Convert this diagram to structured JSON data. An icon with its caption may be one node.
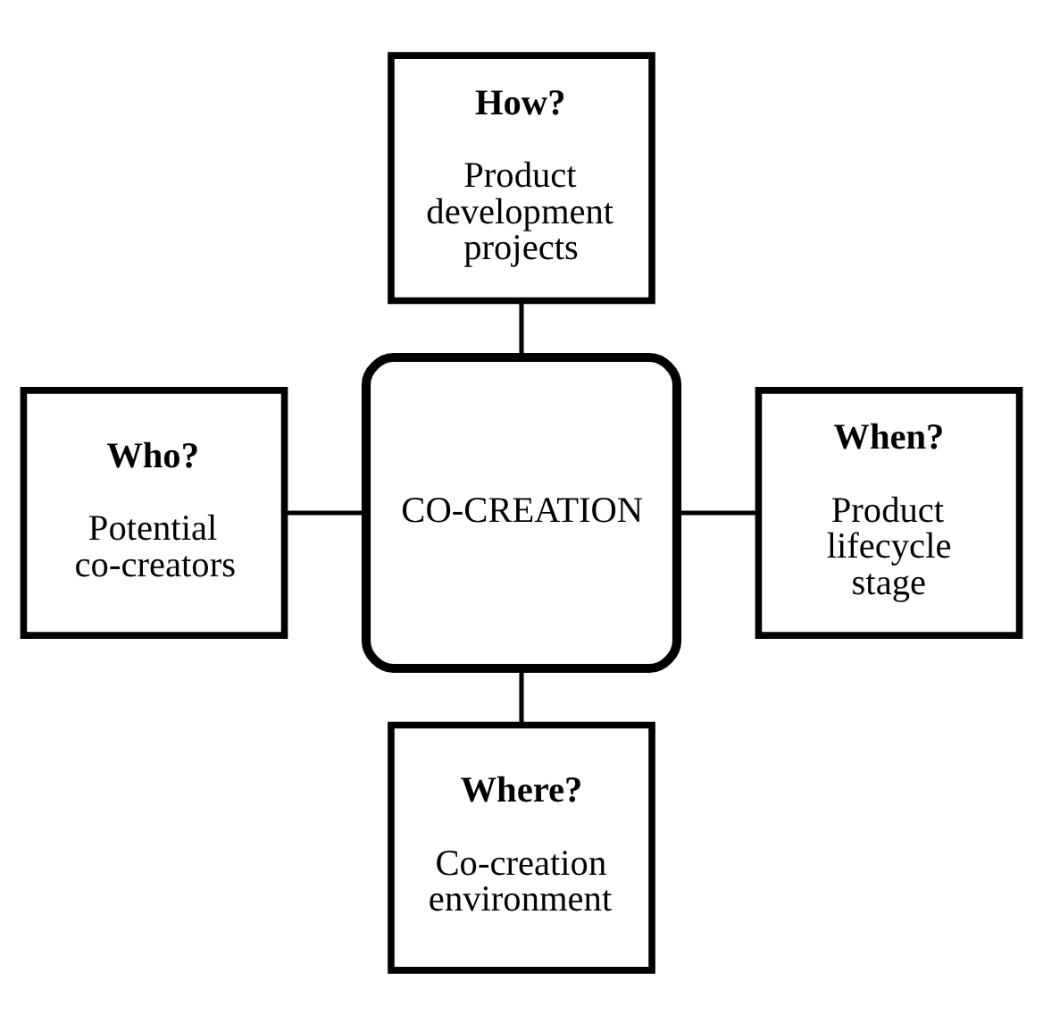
{
  "diagram": {
    "nodes": [
      {
        "text": [
          "How?",
          "Product development projects"
        ]
      },
      {
        "text": [
          "Who?",
          "Potential co-creators"
        ]
      },
      {
        "text": [
          "CO-CREATION"
        ]
      },
      {
        "text": [
          "When?",
          "Product lifecycle stage"
        ]
      },
      {
        "text": [
          "Where?",
          "Co-creation environment"
        ]
      }
    ],
    "edges": [
      {
        "from": 0,
        "to": 2,
        "arrow": "none"
      },
      {
        "from": 1,
        "to": 2,
        "arrow": "none"
      },
      {
        "from": 2,
        "to": 3,
        "arrow": "none"
      },
      {
        "from": 2,
        "to": 4,
        "arrow": "none"
      }
    ]
  }
}
